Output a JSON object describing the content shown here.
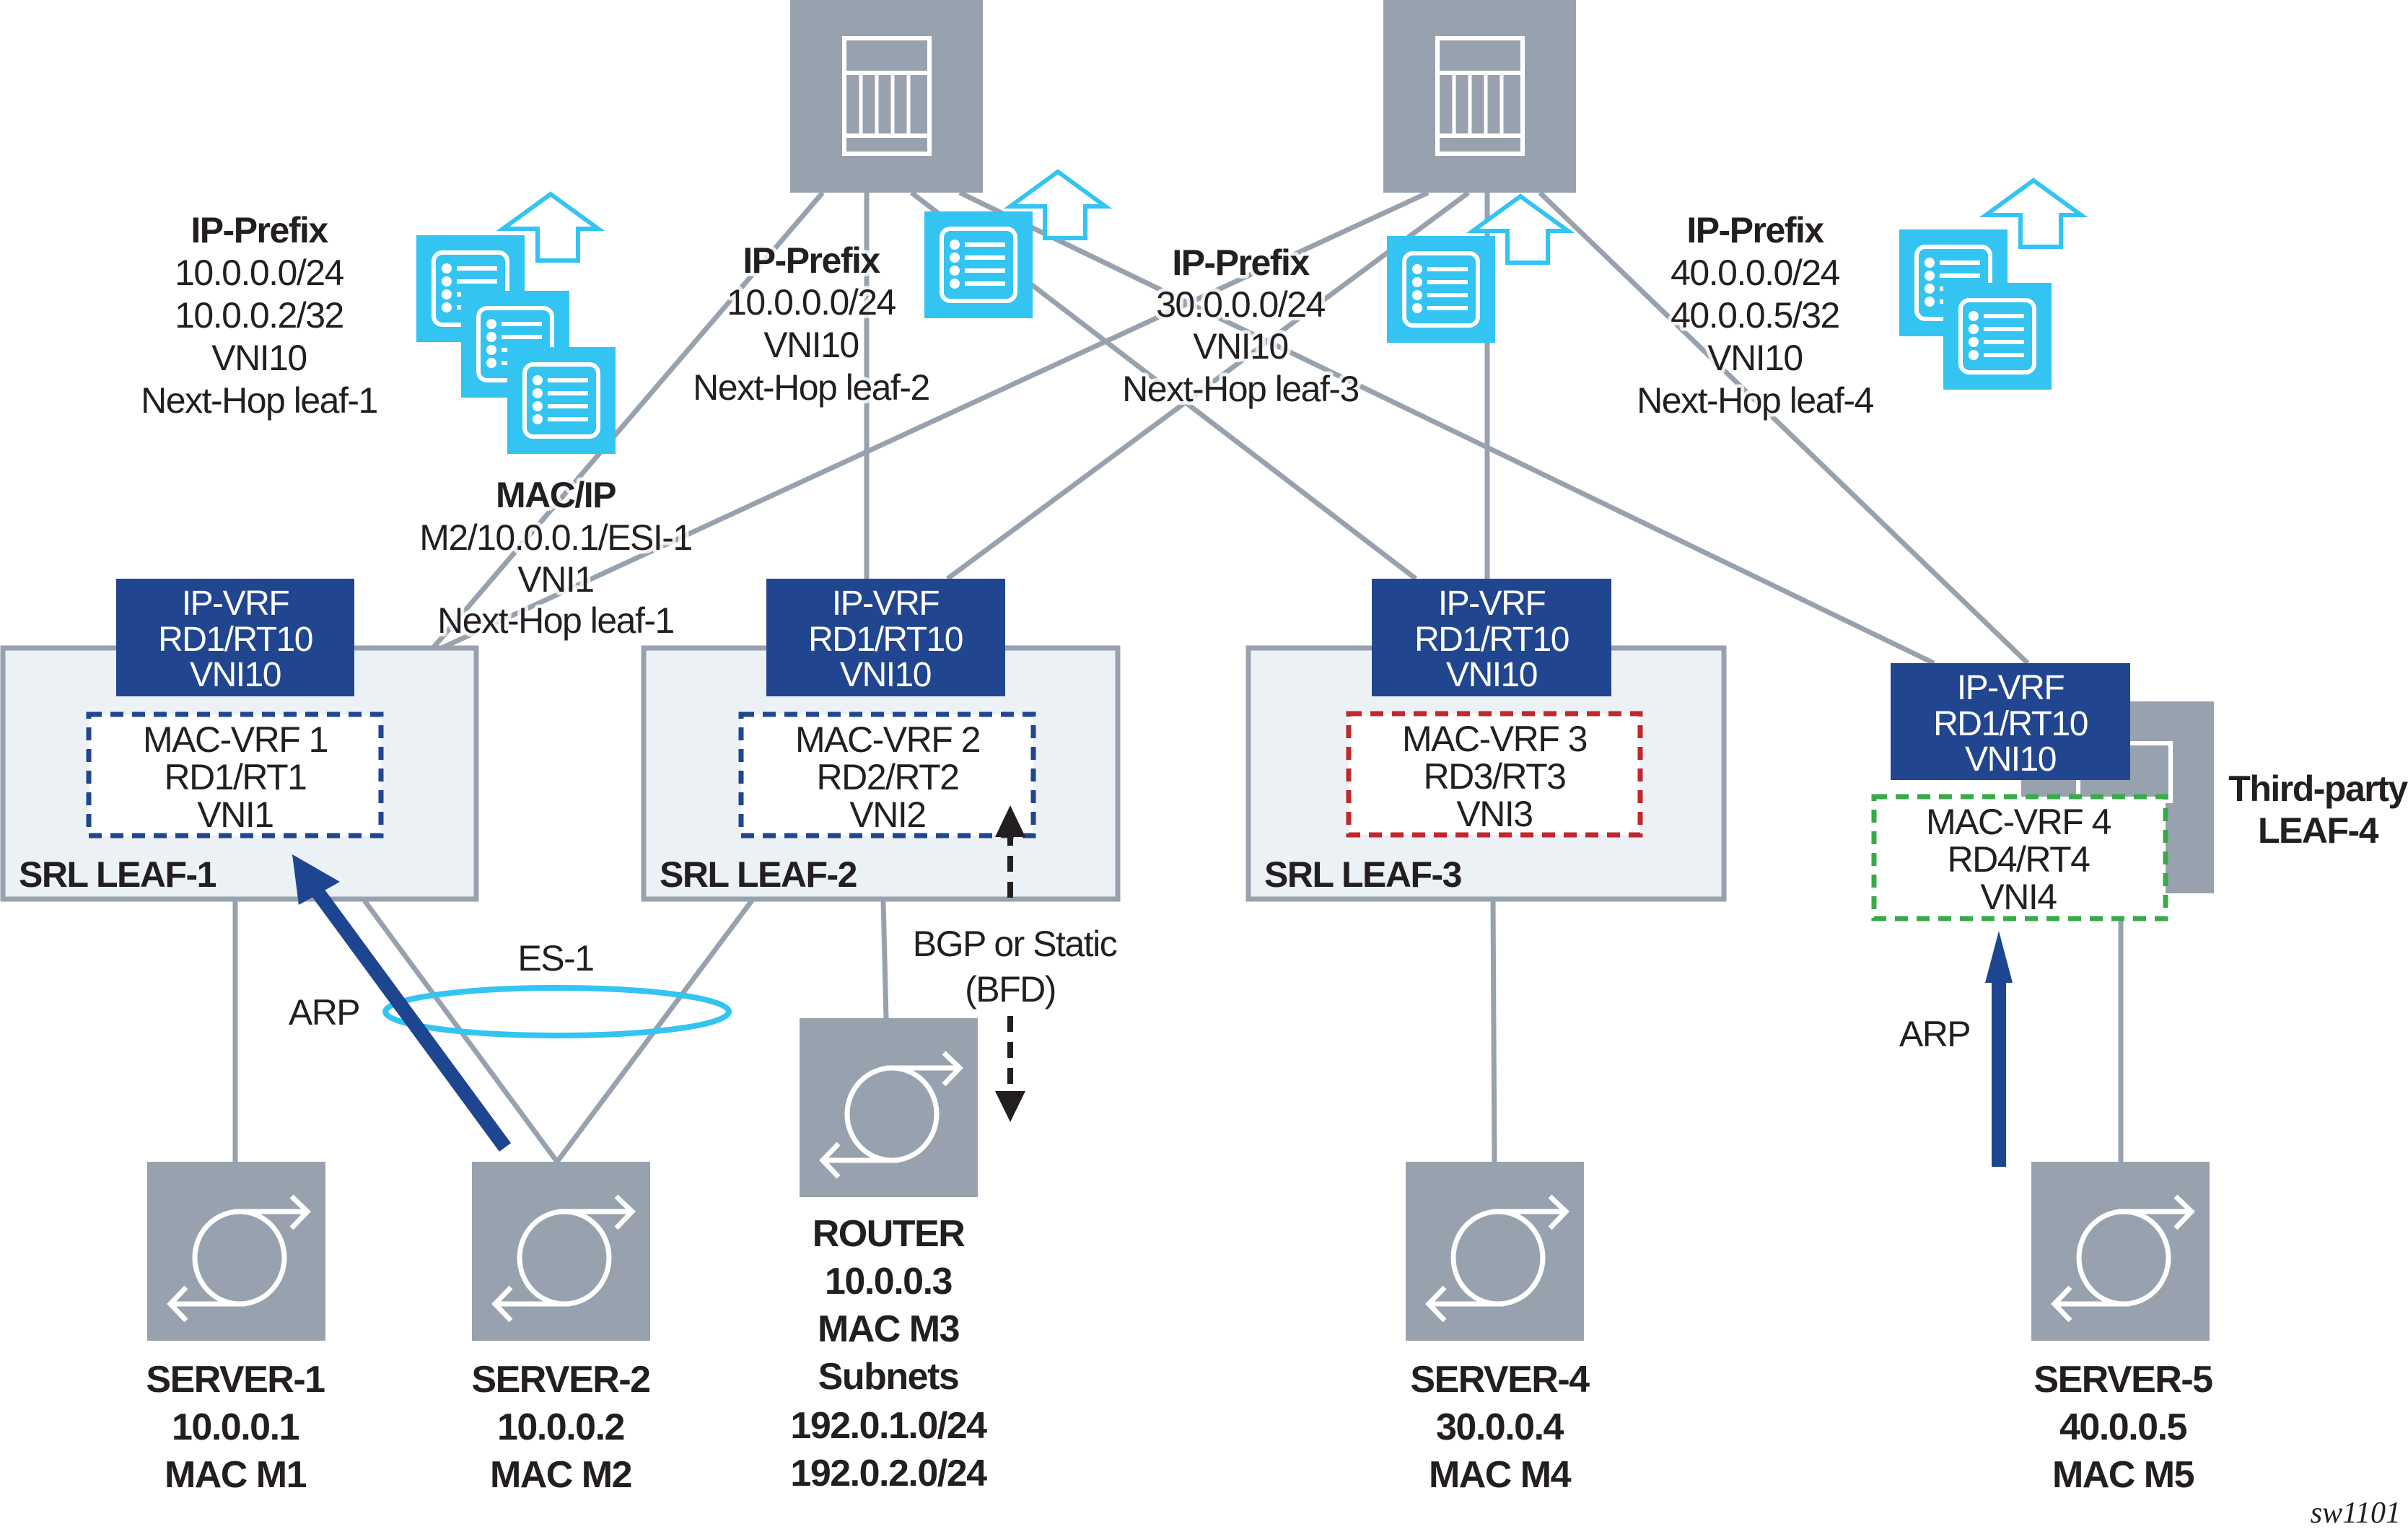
{
  "colors": {
    "device_gray": "#98a2ae",
    "ip_vrf_blue": "#21468f",
    "route_icon_cyan": "#33c4f2",
    "leaf_fill": "#ecf1f6",
    "mac_vrf_1_border": "#21468f",
    "mac_vrf_2_border": "#21468f",
    "mac_vrf_3_border": "#c1272d",
    "mac_vrf_4_border": "#39aa49",
    "arp_arrow": "#1e4590"
  },
  "route_labels": [
    {
      "title": "IP-Prefix",
      "lines": [
        "10.0.0.0/24",
        "10.0.0.2/32",
        "VNI10",
        "Next-Hop leaf-1"
      ]
    },
    {
      "title": "IP-Prefix",
      "lines": [
        "10.0.0.0/24",
        "VNI10",
        "Next-Hop leaf-2"
      ]
    },
    {
      "title": "IP-Prefix",
      "lines": [
        "30.0.0.0/24",
        "VNI10",
        "Next-Hop leaf-3"
      ]
    },
    {
      "title": "IP-Prefix",
      "lines": [
        "40.0.0.0/24",
        "40.0.0.5/32",
        "VNI10",
        "Next-Hop leaf-4"
      ]
    },
    {
      "title": "MAC/IP",
      "lines": [
        "M2/10.0.0.1/ESI-1",
        "VNI1",
        "Next-Hop leaf-1"
      ]
    }
  ],
  "leaves": [
    {
      "name": "SRL LEAF-1",
      "ip_vrf": [
        "IP-VRF",
        "RD1/RT10",
        "VNI10"
      ],
      "mac_vrf": [
        "MAC-VRF 1",
        "RD1/RT1",
        "VNI1"
      ]
    },
    {
      "name": "SRL LEAF-2",
      "ip_vrf": [
        "IP-VRF",
        "RD1/RT10",
        "VNI10"
      ],
      "mac_vrf": [
        "MAC-VRF 2",
        "RD2/RT2",
        "VNI2"
      ]
    },
    {
      "name": "SRL LEAF-3",
      "ip_vrf": [
        "IP-VRF",
        "RD1/RT10",
        "VNI10"
      ],
      "mac_vrf": [
        "MAC-VRF 3",
        "RD3/RT3",
        "VNI3"
      ]
    },
    {
      "name": [
        "Third-party",
        "LEAF-4"
      ],
      "ip_vrf": [
        "IP-VRF",
        "RD1/RT10",
        "VNI10"
      ],
      "mac_vrf": [
        "MAC-VRF 4",
        "RD4/RT4",
        "VNI4"
      ]
    }
  ],
  "hosts": [
    {
      "lines": [
        "SERVER-1",
        "10.0.0.1",
        "MAC M1"
      ]
    },
    {
      "lines": [
        "SERVER-2",
        "10.0.0.2",
        "MAC M2"
      ]
    },
    {
      "lines": [
        "ROUTER",
        "10.0.0.3",
        "MAC M3",
        "Subnets",
        "192.0.1.0/24",
        "192.0.2.0/24"
      ]
    },
    {
      "lines": [
        "SERVER-4",
        "30.0.0.4",
        "MAC M4"
      ]
    },
    {
      "lines": [
        "SERVER-5",
        "40.0.0.5",
        "MAC M5"
      ]
    }
  ],
  "annotations": {
    "es": "ES-1",
    "arp_left": "ARP",
    "arp_right": "ARP",
    "bgp_line1": "BGP or Static",
    "bgp_line2": "(BFD)",
    "figure_id": "sw1101"
  },
  "icons": {
    "spine": "chassis-switch-icon",
    "server": "server-exchange-icon",
    "route": "route-table-icon",
    "advertise": "up-arrow-icon"
  }
}
